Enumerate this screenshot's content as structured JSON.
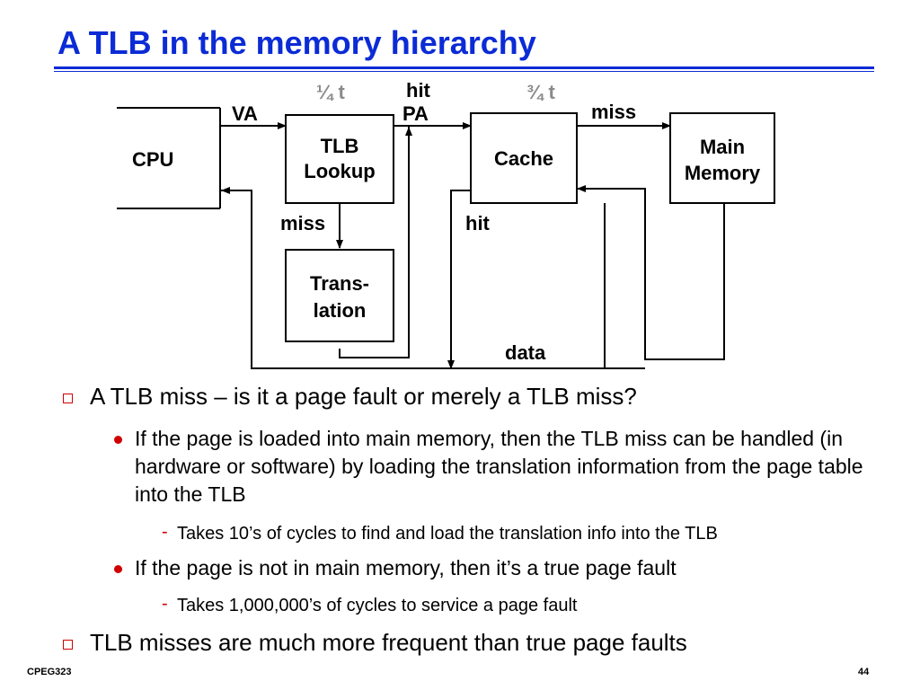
{
  "title": "A TLB in the memory hierarchy",
  "diagram": {
    "quarter_t": "¼  t",
    "three_quarter_t": "¾ t",
    "hit_top": "hit",
    "pa": "PA",
    "va": "VA",
    "miss_top": "miss",
    "cpu": "CPU",
    "tlb_line1": "TLB",
    "tlb_line2": "Lookup",
    "cache": "Cache",
    "mem_line1": "Main",
    "mem_line2": "Memory",
    "miss_left": "miss",
    "hit_bottom": "hit",
    "trans_line1": "Trans-",
    "trans_line2": "lation",
    "data": "data"
  },
  "bullets": {
    "b1": "A TLB miss – is it a page fault or merely a TLB miss?",
    "b1_1": "If the page is loaded into main memory, then the TLB miss can be handled (in hardware or software) by loading the translation information from the page table into the TLB",
    "b1_1_1": "Takes 10’s of cycles to find and load the translation info into the TLB",
    "b1_2": "If the page is not in main memory, then it’s a true page fault",
    "b1_2_1": "Takes 1,000,000’s of cycles to service a page fault",
    "b2": "TLB misses are much more frequent than true page faults"
  },
  "footer": {
    "left": "CPEG323",
    "right": "44"
  },
  "colors": {
    "title": "#0b2bd6",
    "bullet": "#d10000",
    "muted": "#8a8a8a"
  }
}
